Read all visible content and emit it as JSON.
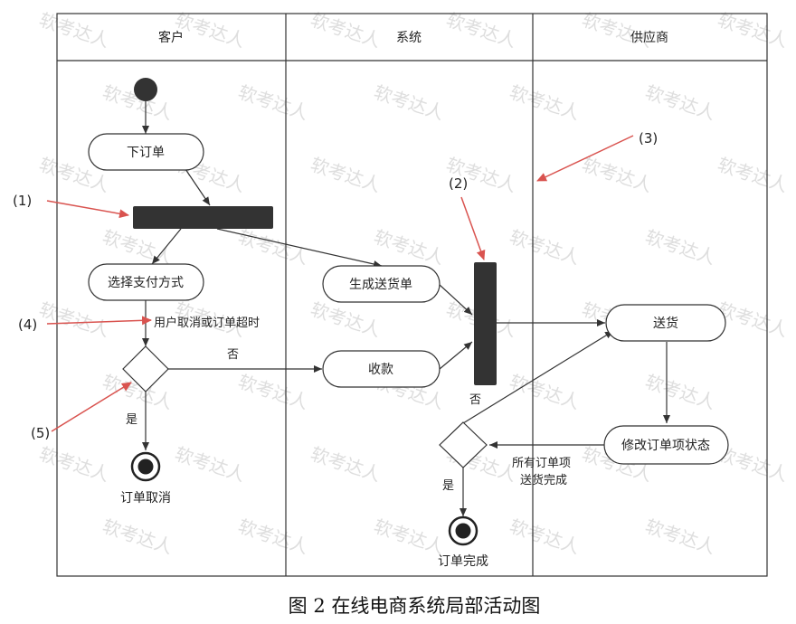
{
  "lanes": [
    "客户",
    "系统",
    "供应商"
  ],
  "nodes": {
    "place_order": "下订单",
    "choose_payment": "选择支付方式",
    "generate_delivery": "生成送货单",
    "receive_payment": "收款",
    "deliver": "送货",
    "modify_status": "修改订单项状态",
    "order_cancelled": "订单取消",
    "order_complete": "订单完成"
  },
  "guards": {
    "cancel_timeout": "用户取消或订单超时",
    "no_left": "否",
    "yes_left": "是",
    "no_right": "否",
    "yes_right": "是",
    "all_items_line1": "所有订单项",
    "all_items_line2": "送货完成"
  },
  "callouts": [
    "(1)",
    "(2)",
    "(3)",
    "(4)",
    "(5)"
  ],
  "watermark": "软考达人",
  "caption": "图 2   在线电商系统局部活动图",
  "colors": {
    "line": "#333333",
    "arrow_red": "#d9534f",
    "bar": "#333333",
    "watermark": "#dedede"
  }
}
